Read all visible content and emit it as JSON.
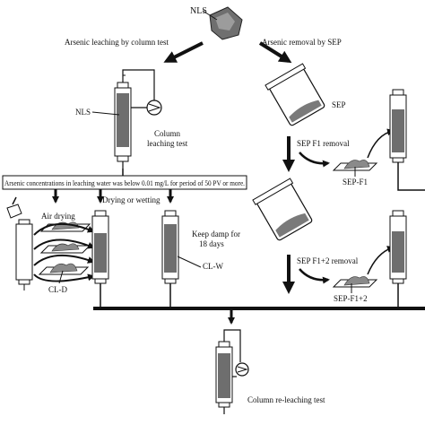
{
  "labels": {
    "nls_top": "NLS",
    "column_leaching_branch": "Arsenic leaching by column test",
    "sep_branch": "Arsenic removal by SEP",
    "nls_column": "NLS",
    "column_leaching_test_1": "Column",
    "column_leaching_test_2": "leaching test",
    "condition_box": "Arsenic concentrations in leaching water was below 0.01 mg/L for period of 50 PV or more.",
    "drying_or_wetting": "Drying or wetting",
    "air_drying": "Air drying",
    "keep_damp_1": "Keep damp for",
    "keep_damp_2": "18 days",
    "cl_w": "CL-W",
    "cl_d": "CL-D",
    "sep": "SEP",
    "sep_f1_removal": "SEP F1 removal",
    "sep_f1": "SEP-F1",
    "sep_f12_removal": "SEP F1+2 removal",
    "sep_f12": "SEP-F1+2",
    "column_releaching_test": "Column re-leaching test"
  },
  "colors": {
    "line": "#111111",
    "column_fill": "#6e6e6e",
    "sample_fill": "#8a8a8a",
    "rock_fill": "#7a7a7a"
  }
}
